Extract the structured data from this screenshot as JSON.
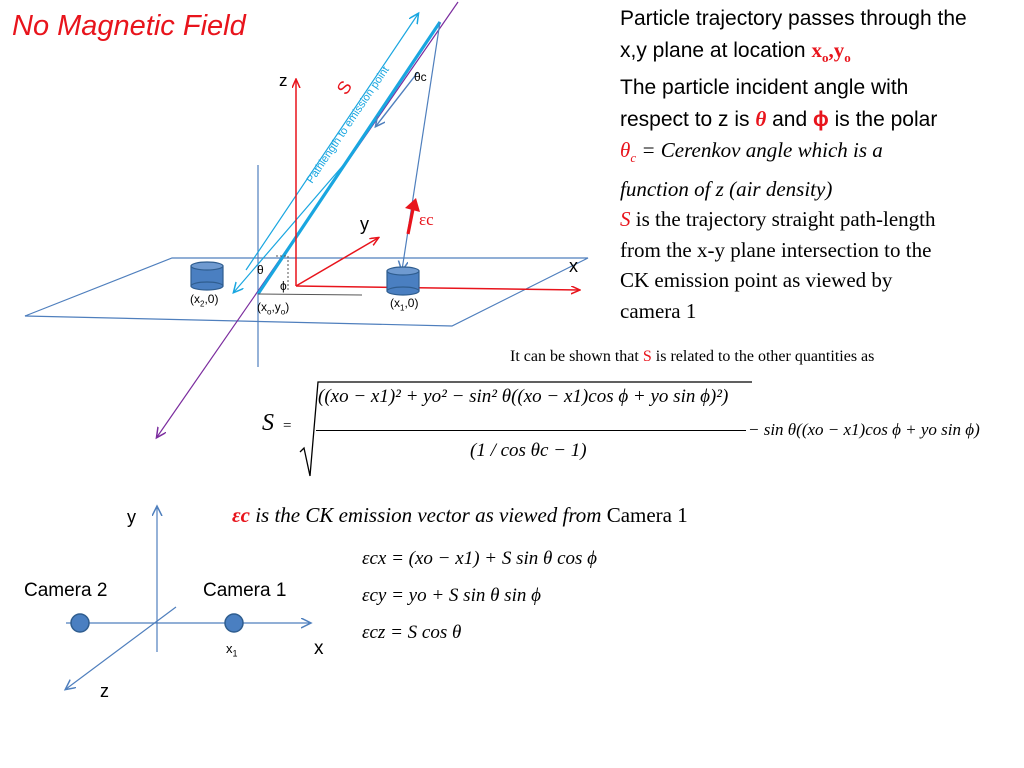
{
  "title": "No Magnetic Field",
  "description": {
    "line1": "Particle trajectory passes through the",
    "line2_prefix": "x,y plane at location ",
    "line2_xo": "x",
    "line2_o1": "o",
    "line2_comma": ",",
    "line2_yo": "y",
    "line2_o2": "o",
    "line3": "The particle incident angle with",
    "line4_prefix": "respect to z is ",
    "line4_theta": "θ",
    "line4_mid": " and ",
    "line4_phi": "ϕ",
    "line4_suffix": " is the polar",
    "line5_theta": "θ",
    "line5_sub": "c",
    "line5_rest": " = Cerenkov angle which is a",
    "line6": "function of z (air density)",
    "line7_s": "S",
    "line7_rest": " is the trajectory straight path-length",
    "line8": "from the x-y plane intersection to the",
    "line9": "CK emission point as viewed by",
    "line10": "camera 1"
  },
  "relation_text": {
    "prefix": "It can be shown that ",
    "s": "S",
    "suffix": " is related to the other quantities as"
  },
  "diagram_top": {
    "z_label": "z",
    "y_label": "y",
    "x_label": "x",
    "s_label": "S",
    "theta_c_label": "θc",
    "theta_label": "θ",
    "phi_label": "ϕ",
    "ec_label": "εc",
    "pathlength_label": "Pathlength to emission point",
    "camera2_pos": "(x2,0)",
    "camera1_pos": "(x1,0)",
    "origin_pos": "(xo,yo)",
    "x2_main": "(x",
    "x2_sub": "2",
    "x2_tail": ",0)",
    "x1_main": "(x",
    "x1_sub": "1",
    "x1_tail": ",0)",
    "xo_main": "(x",
    "xo_sub": "o",
    "xo_mid": ",y",
    "yo_sub": "o",
    "xo_tail": ")"
  },
  "formula_s": {
    "lhs": "S",
    "equals": "=",
    "numerator": "((xo − x1)² + yo² − sin² θ((xo − x1)cos ϕ + yo sin ϕ)²)",
    "denominator": "(1 / cos θc − 1)",
    "tail": "− sin θ((xo − x1)cos ϕ + yo sin ϕ)"
  },
  "ck_caption": {
    "ec": "εc",
    "middle": " is the CK emission vector as viewed from ",
    "camera": "Camera 1"
  },
  "components": {
    "ecx": "εcx = (xo − x1) + S sin θ cos ϕ",
    "ecy": "εcy = yo + S sin θ sin ϕ",
    "ecz": "εcz = S cos θ"
  },
  "diagram_bottom": {
    "y_label": "y",
    "x_label": "x",
    "z_label": "z",
    "camera2": "Camera 2",
    "camera1": "Camera 1",
    "x1_main": "x",
    "x1_sub": "1"
  },
  "colors": {
    "title_red": "#e8141c",
    "axis_red": "#e8141c",
    "trajectory_blue": "#19a6e0",
    "axis_blue": "#4f7fbd",
    "line_purple": "#7b2c9e",
    "camera_fill": "#4a7fc1",
    "camera_stroke": "#2f5d8f"
  }
}
